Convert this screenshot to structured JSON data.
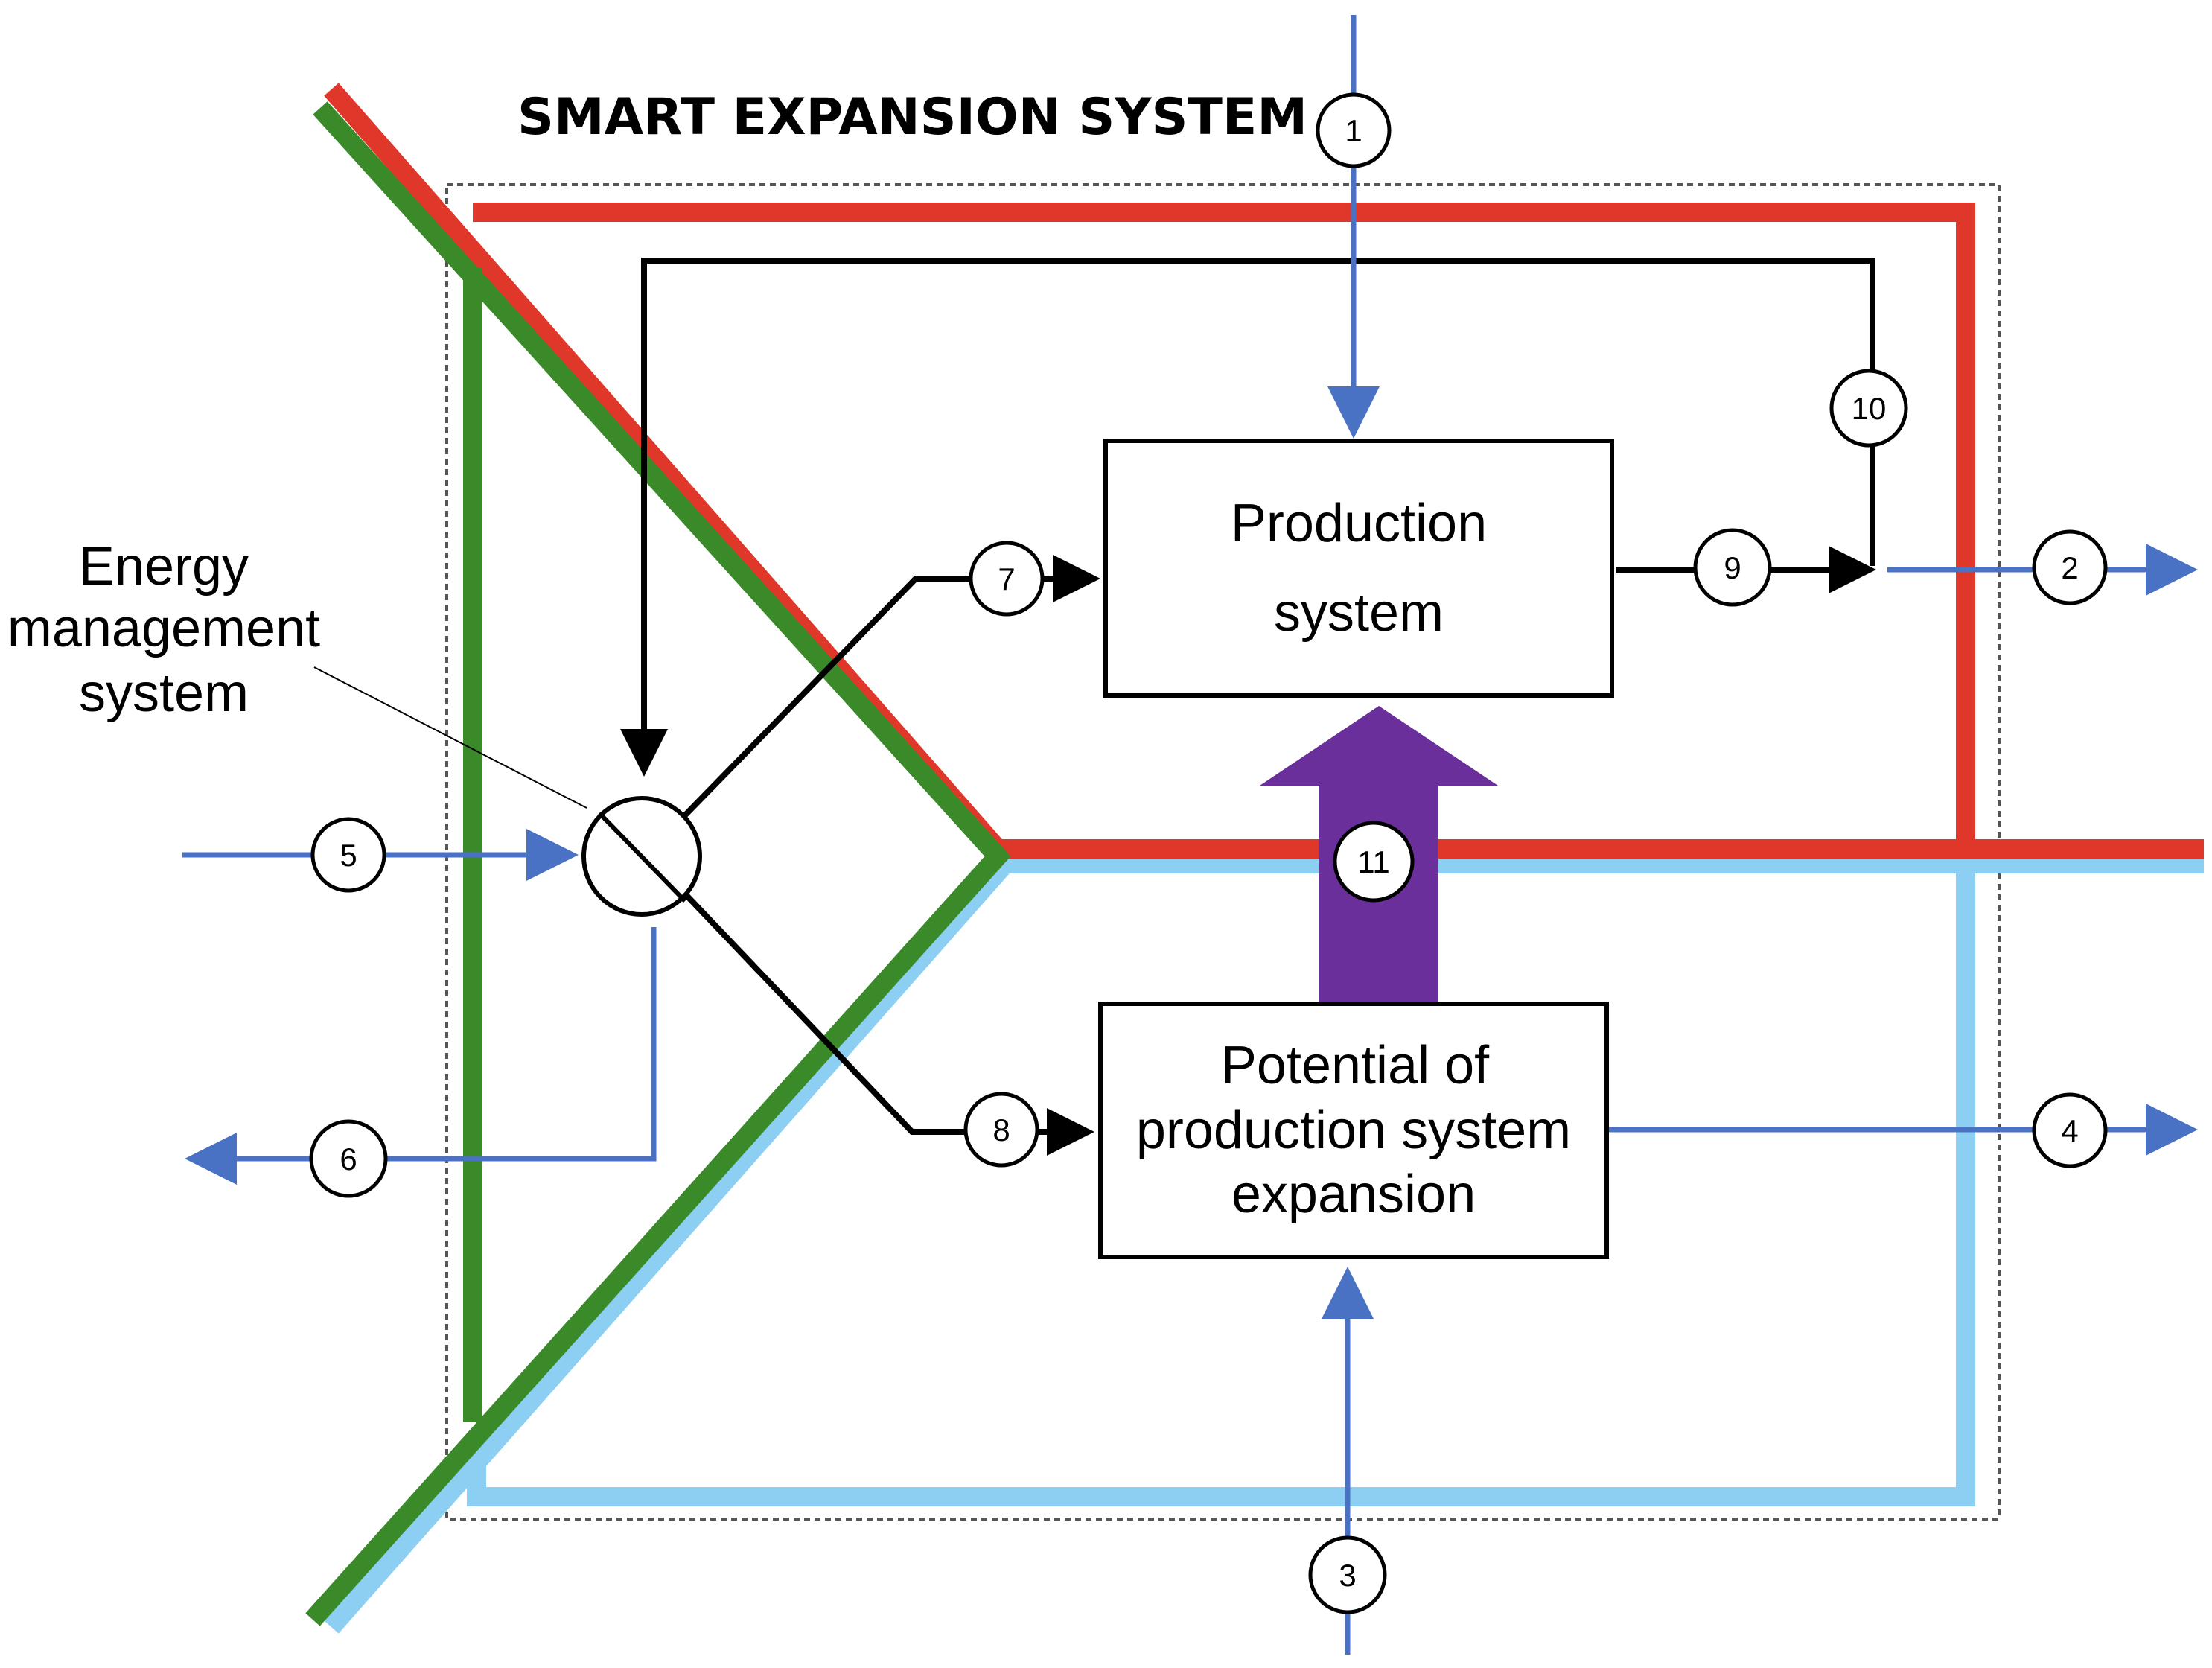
{
  "title": "SMART EXPANSION SYSTEM",
  "boxes": {
    "production": [
      "Production",
      "system"
    ],
    "expansion": [
      "Potential of",
      "production system",
      "expansion"
    ]
  },
  "ems_label": [
    "Energy",
    "management",
    "system"
  ],
  "nodes": [
    "1",
    "2",
    "3",
    "4",
    "5",
    "6",
    "7",
    "8",
    "9",
    "10",
    "11"
  ],
  "colors": {
    "red_line": "#e0372b",
    "green_line": "#3a8a2a",
    "light_blue_line": "#8ccff2",
    "blue_flow": "#4a72c4",
    "black_flow": "#000000",
    "purple_arrow": "#6a2f9b"
  }
}
